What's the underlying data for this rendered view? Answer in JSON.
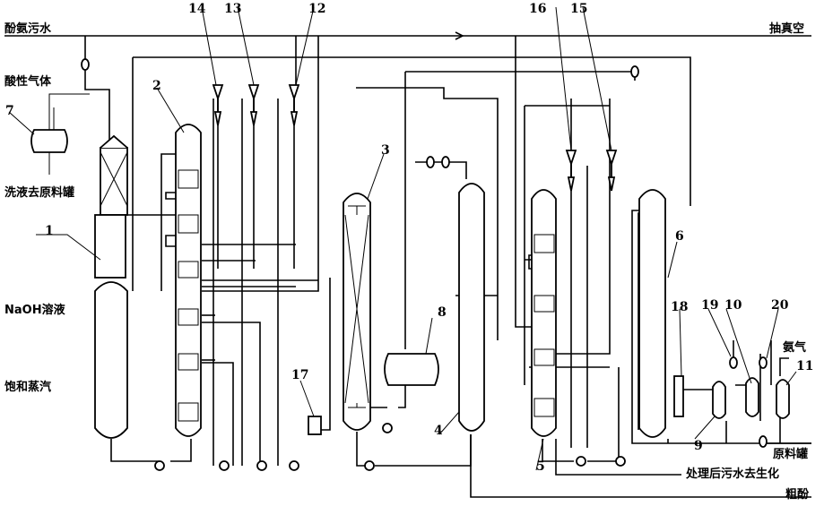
{
  "labels": {
    "phenol_ammonia_wastewater": "酚氨污水",
    "acid_gas": "酸性气体",
    "wash_liquid_to_raw_tank": "洗液去原料罐",
    "naoh_solution": "NaOH溶液",
    "saturated_steam": "饱和蒸汽",
    "vacuum": "抽真空",
    "ammonia_gas": "氨气",
    "raw_tank": "原料罐",
    "treated_wastewater": "处理后污水去生化",
    "crude_phenol": "粗酚"
  },
  "numbers": [
    "1",
    "2",
    "3",
    "4",
    "5",
    "6",
    "7",
    "8",
    "9",
    "10",
    "11",
    "12",
    "13",
    "14",
    "15",
    "16",
    "17",
    "18",
    "19",
    "20"
  ]
}
